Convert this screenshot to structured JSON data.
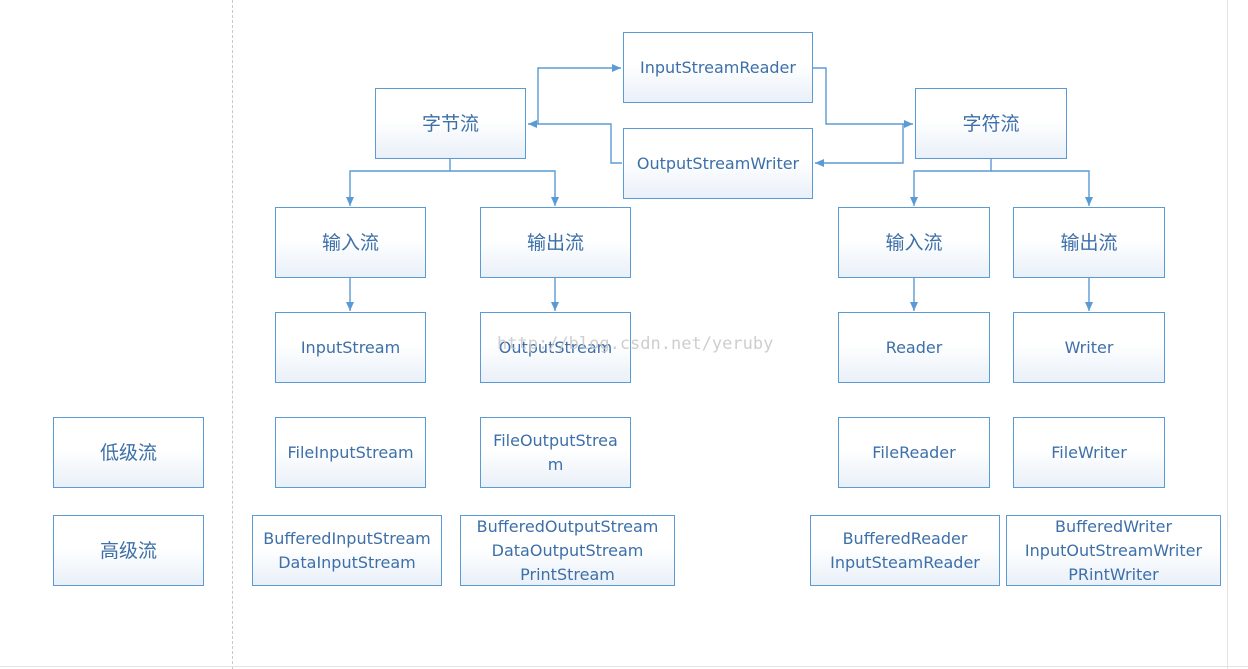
{
  "watermark": "http://blog.csdn.net/yeruby",
  "levels": {
    "low": "低级流",
    "high": "高级流"
  },
  "center": {
    "input_stream_reader": "InputStreamReader",
    "output_stream_writer": "OutputStreamWriter"
  },
  "byte_stream": {
    "title": "字节流",
    "input": {
      "label": "输入流",
      "base": "InputStream",
      "low": "FileInputStream",
      "high": "BufferedInputStream\nDataInputStream"
    },
    "output": {
      "label": "输出流",
      "base": "OutputStream",
      "low": "FileOutputStrea\nm",
      "high": "BufferedOutputStream\nDataOutputStream\nPrintStream"
    }
  },
  "char_stream": {
    "title": "字符流",
    "input": {
      "label": "输入流",
      "base": "Reader",
      "low": "FileReader",
      "high": "BufferedReader\nInputSteamReader"
    },
    "output": {
      "label": "输出流",
      "base": "Writer",
      "low": "FileWriter",
      "high": "BufferedWriter\nInputOutStreamWriter\nPRintWriter"
    }
  },
  "colors": {
    "border": "#5b9bd5",
    "text": "#3d6fa8",
    "arrow": "#5b9bd5"
  }
}
